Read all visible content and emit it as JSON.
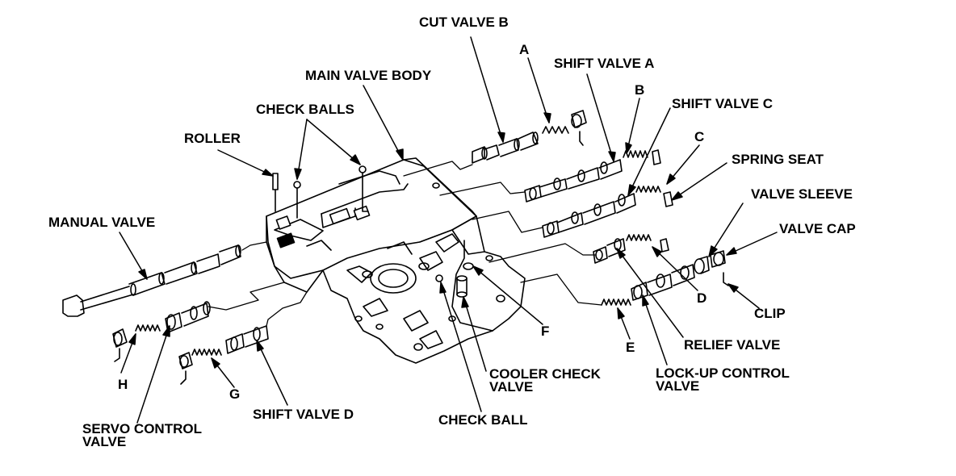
{
  "labels": {
    "cut_valve_b": "CUT VALVE B",
    "a": "A",
    "shift_valve_a": "SHIFT VALVE A",
    "main_valve_body": "MAIN VALVE BODY",
    "b": "B",
    "shift_valve_c": "SHIFT VALVE C",
    "check_balls": "CHECK BALLS",
    "c": "C",
    "roller": "ROLLER",
    "spring_seat": "SPRING SEAT",
    "valve_sleeve": "VALVE SLEEVE",
    "manual_valve": "MANUAL VALVE",
    "valve_cap": "VALVE CAP",
    "d": "D",
    "clip": "CLIP",
    "f": "F",
    "relief_valve": "RELIEF VALVE",
    "e": "E",
    "h": "H",
    "cooler_check_valve_1": "COOLER CHECK",
    "cooler_check_valve_2": "VALVE",
    "lock_up_control_valve_1": "LOCK-UP CONTROL",
    "lock_up_control_valve_2": "VALVE",
    "g": "G",
    "shift_valve_d": "SHIFT VALVE D",
    "check_ball": "CHECK BALL",
    "servo_control_valve_1": "SERVO CONTROL",
    "servo_control_valve_2": "VALVE"
  }
}
